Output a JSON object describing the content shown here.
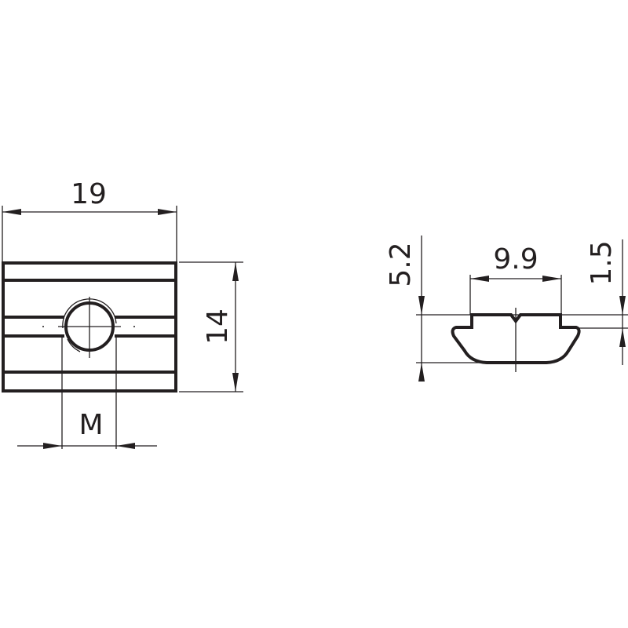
{
  "drawing": {
    "top_view": {
      "width_label": "19",
      "height_label": "14",
      "thread_label": "M"
    },
    "profile_view": {
      "height_label": "5.2",
      "top_width_label": "9.9",
      "step_label": "1.5"
    },
    "line_color": "#231f20"
  }
}
